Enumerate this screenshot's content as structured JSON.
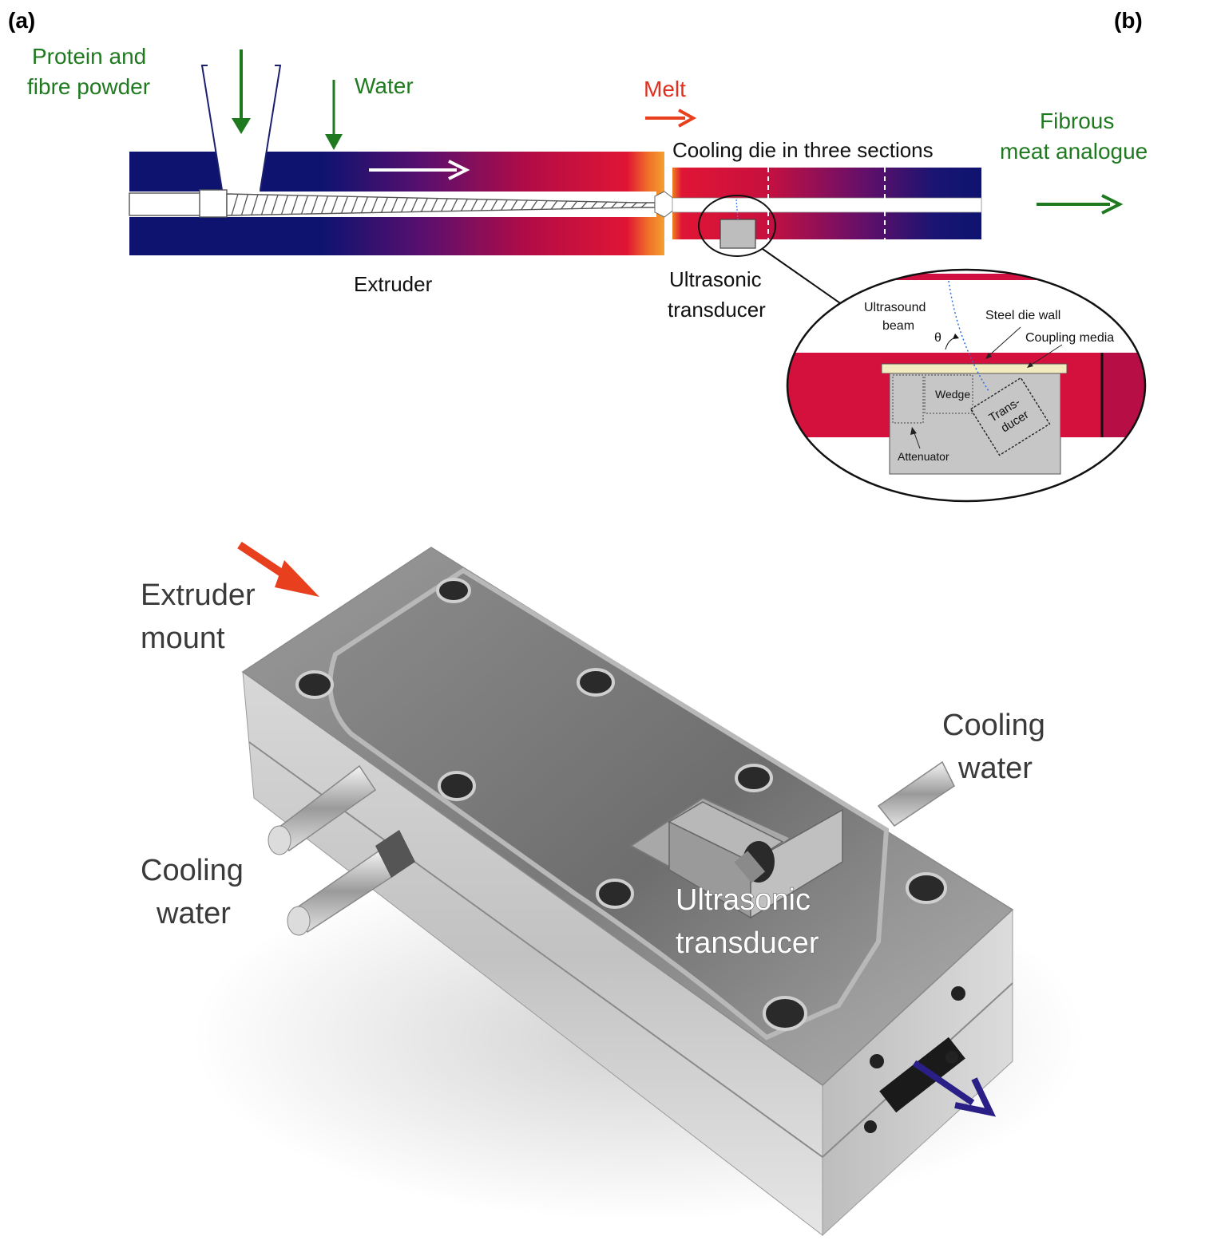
{
  "panels": {
    "a": "(a)",
    "b": "(b)"
  },
  "labels": {
    "powder_line1": "Protein and",
    "powder_line2": "fibre powder",
    "water": "Water",
    "melt": "Melt",
    "cooling_die": "Cooling die in three sections",
    "output_line1": "Fibrous",
    "output_line2": "meat analogue",
    "extruder": "Extruder",
    "transducer_line1": "Ultrasonic",
    "transducer_line2": "transducer"
  },
  "inset": {
    "beam_line1": "Ultrasound",
    "beam_line2": "beam",
    "theta": "θ",
    "steel_wall": "Steel die wall",
    "coupling": "Coupling media",
    "wedge": "Wedge",
    "trans_line1": "Trans-",
    "trans_line2": "ducer",
    "attenuator": "Attenuator"
  },
  "photo": {
    "mount_line1": "Extruder",
    "mount_line2": "mount",
    "cooling_right_line1": "Cooling",
    "cooling_right_line2": "water",
    "cooling_left_line1": "Cooling",
    "cooling_left_line2": "water",
    "transducer_line1": "Ultrasonic",
    "transducer_line2": "transducer"
  },
  "colors": {
    "cold": "#0e1370",
    "hot": "#d8102f",
    "orange": "#f08020",
    "text_green": "#1f7a1f",
    "melt_red": "#e8401e",
    "outlet_arrow": "#2a1f86",
    "mount_arrow": "#e8401e"
  }
}
